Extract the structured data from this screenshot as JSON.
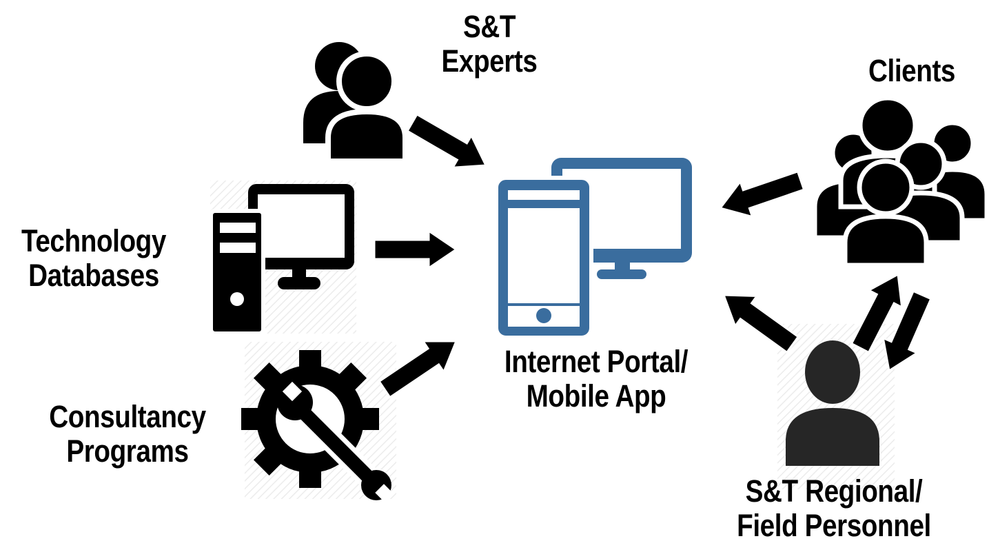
{
  "colors": {
    "device": "#3a6d9e",
    "icon": "#000000",
    "field_person": "#262626",
    "text": "#000000"
  },
  "nodes": {
    "st_experts": {
      "line1": "S&T",
      "line2": "Experts",
      "icon": "two-person-icon"
    },
    "clients": {
      "line1": "Clients",
      "icon": "group-of-people-icon"
    },
    "technology_databases": {
      "line1": "Technology",
      "line2": "Databases",
      "icon": "desktop-computer-icon"
    },
    "consultancy_programs": {
      "line1": "Consultancy",
      "line2": "Programs",
      "icon": "gear-wrench-icon"
    },
    "portal": {
      "line1": "Internet Portal/",
      "line2": "Mobile App",
      "icon": "phone-and-monitor-icon"
    },
    "field_personnel": {
      "line1": "S&T Regional/",
      "line2": "Field Personnel",
      "icon": "single-person-icon"
    }
  },
  "arrows": [
    {
      "from": "st_experts",
      "to": "portal"
    },
    {
      "from": "technology_databases",
      "to": "portal"
    },
    {
      "from": "consultancy_programs",
      "to": "portal"
    },
    {
      "from": "clients",
      "to": "portal"
    },
    {
      "from": "field_personnel",
      "to": "portal"
    },
    {
      "from": "field_personnel",
      "to": "clients"
    },
    {
      "from": "clients",
      "to": "field_personnel"
    }
  ]
}
